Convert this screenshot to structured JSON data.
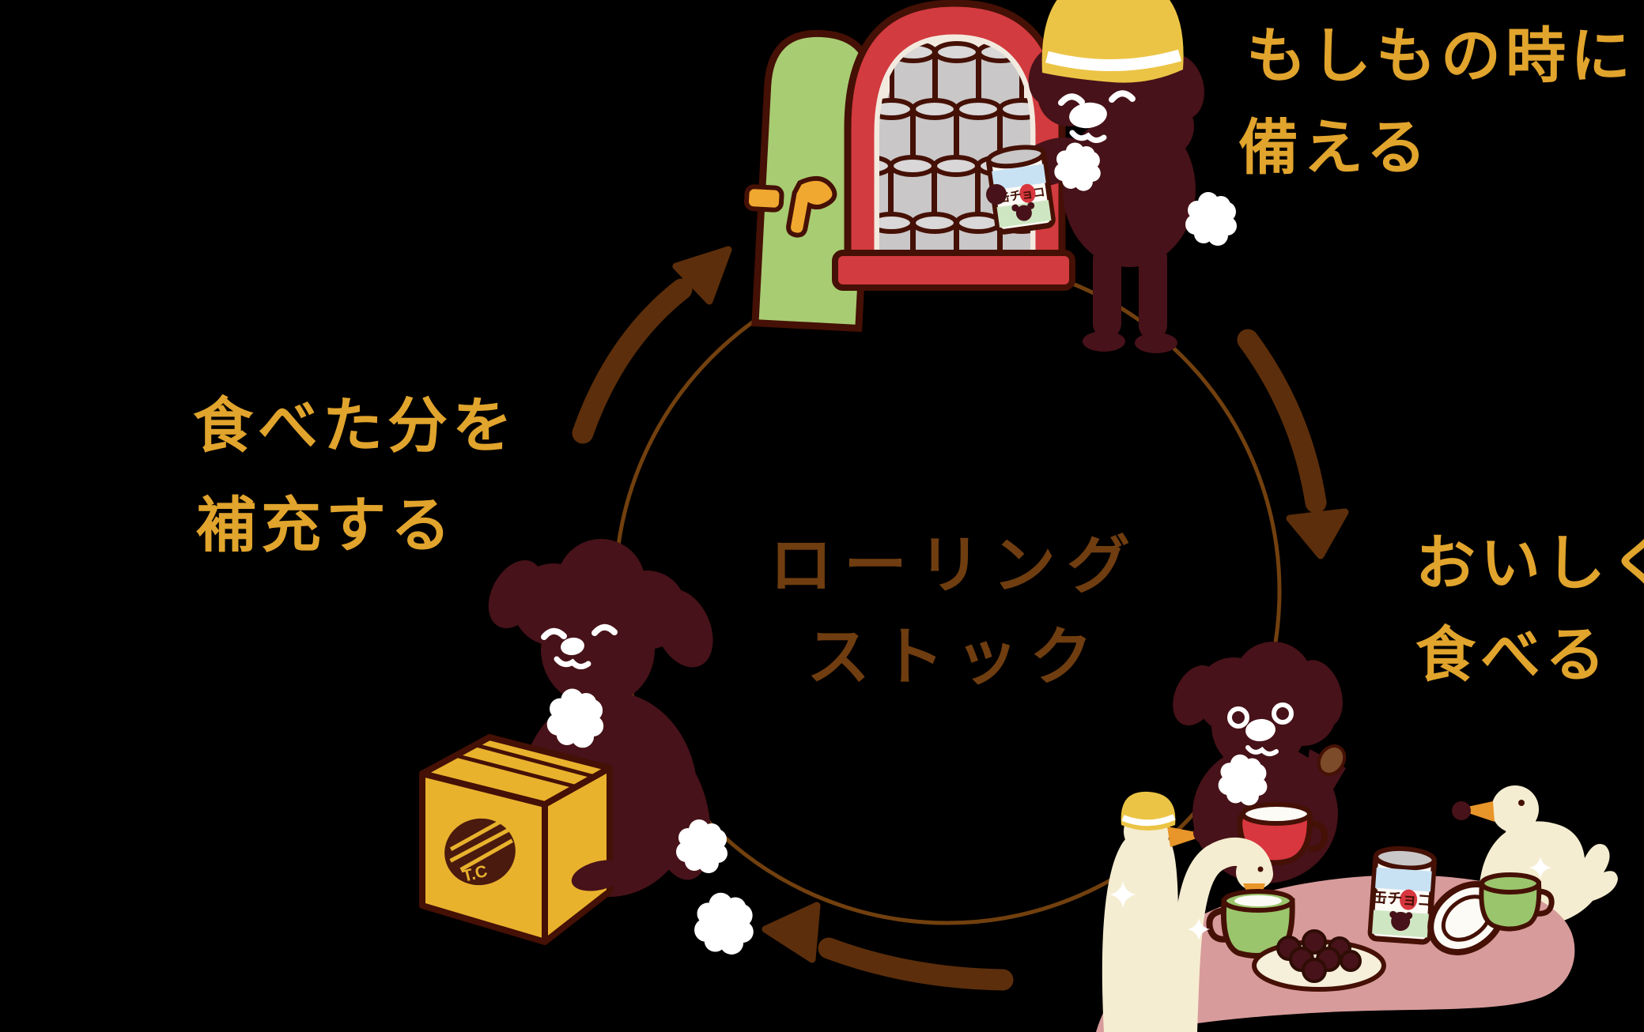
{
  "diagram": {
    "type": "cycle",
    "center_title": {
      "line1": "ローリング",
      "line2": "ストック"
    },
    "steps": [
      {
        "id": "prepare",
        "label": "もしもの時に備える",
        "line1": "もしもの時に",
        "line2": "備える"
      },
      {
        "id": "eat",
        "label": "おいしく食べる",
        "line1": "おいしく",
        "line2": "食べる"
      },
      {
        "id": "restock",
        "label": "食べた分を補充する",
        "line1": "食べた分を",
        "line2": "補充する"
      }
    ]
  },
  "artifacts": {
    "can_label": "缶チョコ",
    "box_logo": "T.C"
  },
  "colors": {
    "background": "#000000",
    "label_gold": "#E1A42C",
    "center_text_brown": "#6F3D10",
    "cycle_line_brown": "#72400E",
    "arrow_brown": "#5C2E0B",
    "bear_maroon": "#471219",
    "outline_dark": "#451005",
    "door_green": "#A8CC72",
    "cupboard_red": "#D23B3F",
    "hat_yellow": "#ECC445",
    "box_yellow": "#E9B22D",
    "table_pink": "#D89B9B",
    "swan_cream": "#F5EDD1",
    "cup_green": "#9BC56C",
    "cup_red": "#D8373F",
    "beak_orange": "#E8952A",
    "can_blue": "#C8E2F4",
    "can_green": "#CFE6C3",
    "can_gray": "#C9C7C8"
  }
}
